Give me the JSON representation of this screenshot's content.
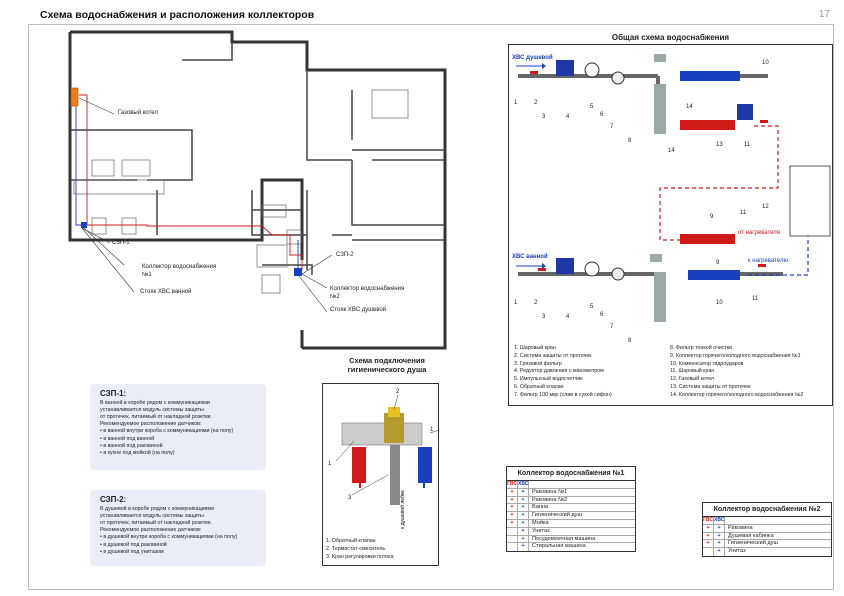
{
  "page": {
    "title": "Схема водоснабжения и расположения коллекторов",
    "number": "17"
  },
  "plan": {
    "labels": {
      "gas_boiler": "Газовый котел",
      "szp1": "СЗП-1",
      "collector1": "Коллектор водоснабжения №1",
      "riser_bath": "Стояк ХВС ванной",
      "szp2": "СЗП-2",
      "collector2": "Коллектор водоснабжения №2",
      "riser_shower": "Стояк ХВС душевой"
    }
  },
  "scheme": {
    "title": "Общая схема водоснабжения",
    "top_in": "ХВС душевой",
    "bottom_in": "ХВС ванной",
    "from_heater": "от нагревателя",
    "to_heater": "к нагревателю",
    "numbers": [
      "1",
      "2",
      "3",
      "4",
      "5",
      "6",
      "7",
      "8",
      "9",
      "10",
      "11",
      "12",
      "13",
      "14"
    ],
    "legend_left": [
      "1. Шаровый кран",
      "2. Система защиты от протечек",
      "3. Грязевой фильтр",
      "4. Редуктор давления с манометром",
      "5. Импульсный водосчетчик",
      "6. Обратный клапан",
      "7. Фильтр 100 мкр (слив в сухой сифон)"
    ],
    "legend_right": [
      "8. Фильтр тонкой очистки",
      "9. Коллектор горячего/холодного водоснабжения №1",
      "10. Компенсатор гидроударов",
      "11. Шаровый кран",
      "12. Газовый котел",
      "13. Система защиты от протечек",
      "14. Коллектор горячего/холодного водоснабжения №2"
    ]
  },
  "szp1": {
    "title": "СЗП-1:",
    "text": [
      "В ванной в коробе рядом с коммуникациями",
      "устанавливается модуль системы защиты",
      "от протечек, питаемый от накладной розетки.",
      "Рекомендуемое расположение датчиков:"
    ],
    "items": [
      "в ванной внутри короба с коммуникациями (на полу)",
      "в ванной под ванной",
      "в ванной под раковиной",
      "в кухне под мойкой (на полу)"
    ]
  },
  "szp2": {
    "title": "СЗП-2:",
    "text": [
      "В душевой в коробе рядом с коммуникациями",
      "устанавливается модуль системы защиты",
      "от протечек, питаемый от накладной розетки.",
      "Рекомендуемое расположение датчиков:"
    ],
    "items": [
      "в душевой внутри короба с коммуникациями (на полу)",
      "в душевой под раковиной",
      "в душевой под унитазом"
    ]
  },
  "shower": {
    "title": "Схема подключения гигиенического душа",
    "title_l1": "Схема подключения",
    "title_l2": "гигиенического душа",
    "hose_label": "к душевой лейке",
    "numbers": [
      "1",
      "2",
      "3"
    ],
    "legend": [
      "1. Обратный клапан",
      "2. Термостат-смеситель",
      "3. Кран регулировки потока"
    ]
  },
  "collector1": {
    "title": "Коллектор водоснабжения №1",
    "col_hot": "ГВС",
    "col_cold": "ХВС",
    "rows": [
      {
        "hot": "+",
        "cold": "+",
        "name": "Раковина №1"
      },
      {
        "hot": "+",
        "cold": "+",
        "name": "Раковина №2"
      },
      {
        "hot": "+",
        "cold": "+",
        "name": "Ванна"
      },
      {
        "hot": "+",
        "cold": "+",
        "name": "Гигиенический душ"
      },
      {
        "hot": "+",
        "cold": "+",
        "name": "Мойка"
      },
      {
        "hot": "",
        "cold": "+",
        "name": "Унитаз"
      },
      {
        "hot": "",
        "cold": "+",
        "name": "Посудомоечная машина"
      },
      {
        "hot": "",
        "cold": "+",
        "name": "Стиральная машина"
      }
    ]
  },
  "collector2": {
    "title": "Коллектор водоснабжения №2",
    "col_hot": "ГВС",
    "col_cold": "ХВС",
    "rows": [
      {
        "hot": "+",
        "cold": "+",
        "name": "Раковина"
      },
      {
        "hot": "+",
        "cold": "+",
        "name": "Душевая кабинка"
      },
      {
        "hot": "+",
        "cold": "+",
        "name": "Гигиенический душ"
      },
      {
        "hot": "",
        "cold": "+",
        "name": "Унитаз"
      }
    ]
  },
  "colors": {
    "hot": "#d01a1a",
    "cold": "#1a3fbf",
    "accent": "#e8edf6"
  }
}
